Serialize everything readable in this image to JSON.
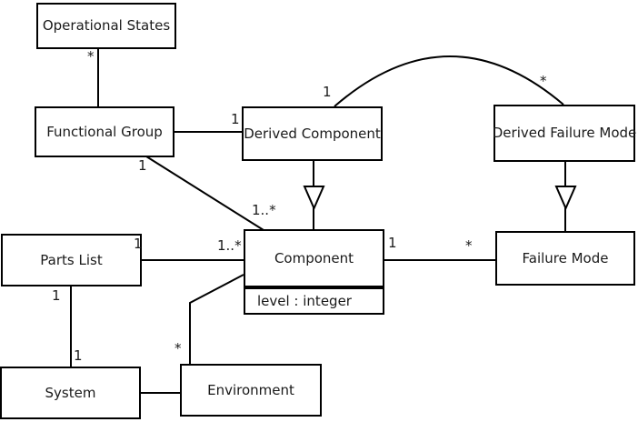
{
  "diagram": {
    "classes": {
      "operational_states": {
        "name": "Operational States"
      },
      "functional_group": {
        "name": "Functional Group"
      },
      "derived_component": {
        "name": "Derived Component"
      },
      "derived_failure_mode": {
        "name": "Derived Failure Mode"
      },
      "parts_list": {
        "name": "Parts List"
      },
      "component": {
        "name": "Component",
        "attribute": "level : integer"
      },
      "failure_mode": {
        "name": "Failure Mode"
      },
      "system": {
        "name": "System"
      },
      "environment": {
        "name": "Environment"
      }
    },
    "multiplicity_labels": {
      "operational_states_end": "*",
      "functional_group_derived_component_end": "1",
      "functional_group_diagonal_source": "1",
      "functional_group_diagonal_target": "1..*",
      "derived_component_arc_end": "1",
      "derived_failure_mode_arc_end": "*",
      "parts_list_component_source": "1",
      "parts_list_component_target": "1..*",
      "component_failure_mode_source": "1",
      "component_failure_mode_target": "*",
      "parts_list_system_source": "1",
      "parts_list_system_target": "1",
      "component_environment_end": "*"
    },
    "colors": {
      "line": "#000000",
      "box_fill": "#ffffff",
      "background": "#ffffff",
      "text": "#1a1a1a"
    }
  }
}
